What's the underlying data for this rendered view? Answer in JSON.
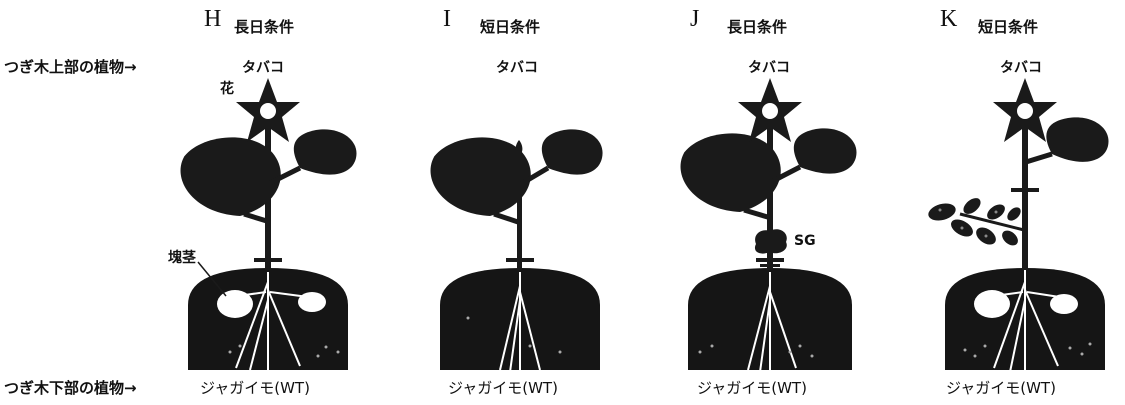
{
  "row_labels": {
    "scion": "つぎ木上部の植物→",
    "rootstock": "つぎ木下部の植物→"
  },
  "panels": [
    {
      "letter": "H",
      "condition": "長日条件",
      "scion": "タバコ",
      "rootstock": "ジャガイモ(WT)"
    },
    {
      "letter": "I",
      "condition": "短日条件",
      "scion": "タバコ",
      "rootstock": "ジャガイモ(WT)"
    },
    {
      "letter": "J",
      "condition": "長日条件",
      "scion": "タバコ",
      "rootstock": "ジャガイモ(WT)"
    },
    {
      "letter": "K",
      "condition": "短日条件",
      "scion": "タバコ",
      "rootstock": "ジャガイモ(WT)"
    }
  ],
  "callouts": {
    "flower": "花",
    "tuber": "塊茎",
    "sg": "SG"
  },
  "colors": {
    "plant": "#1a1a1a",
    "soil": "#151515",
    "tuber": "#ffffff",
    "leaf_spots": "#8a8a8a"
  }
}
